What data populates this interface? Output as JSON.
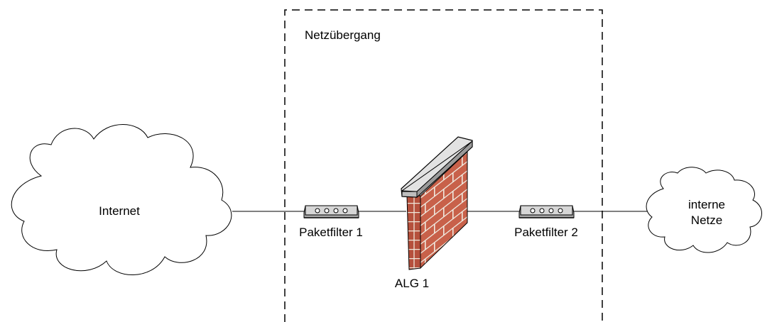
{
  "zone": {
    "label": "Netzübergang"
  },
  "nodes": {
    "internet": {
      "label": "Internet"
    },
    "paketfilter_1": {
      "label": "Paketfilter 1"
    },
    "alg_1": {
      "label": "ALG 1"
    },
    "paketfilter_2": {
      "label": "Paketfilter 2"
    },
    "interne_netze": {
      "label_line1": "interne",
      "label_line2": "Netze"
    }
  },
  "colors": {
    "line": "#000000",
    "brick": "#c8614a",
    "mortar": "#f0ece2",
    "wall_top": "#d9d9d9",
    "device_body": "#d6d6d6"
  }
}
